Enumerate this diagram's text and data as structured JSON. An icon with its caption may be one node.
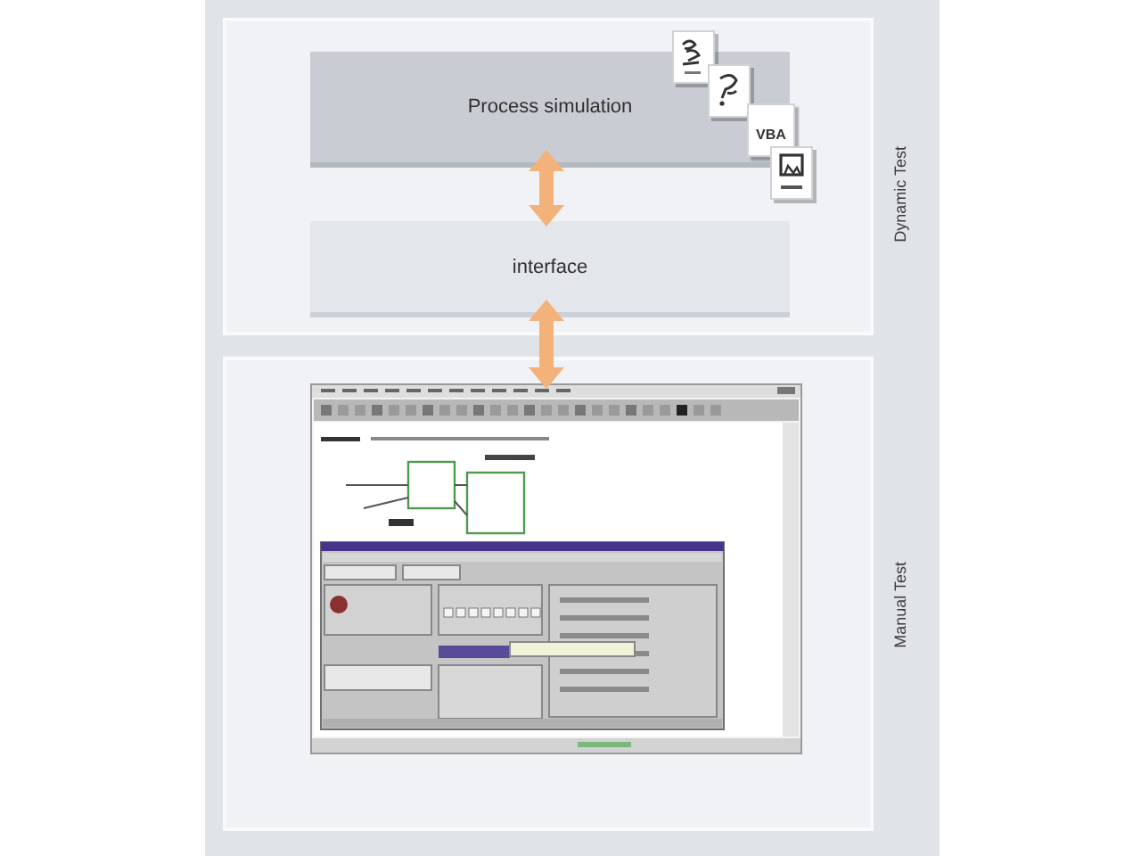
{
  "diagram": {
    "nodes": [
      {
        "text": [
          "Dynamic Test"
        ]
      },
      {
        "text": [
          "Process simulation"
        ],
        "in": 0
      },
      {
        "text": [
          "VBA"
        ],
        "in": 0
      },
      {
        "text": [
          "interface"
        ],
        "in": 0
      },
      {
        "text": [
          "Manual Test"
        ]
      },
      {
        "text": [],
        "shape": "picture",
        "in": 4
      }
    ],
    "edges": [
      {
        "from": 1,
        "to": 3,
        "arrow": "both"
      },
      {
        "from": 3,
        "to": 5,
        "arrow": "both"
      }
    ]
  }
}
